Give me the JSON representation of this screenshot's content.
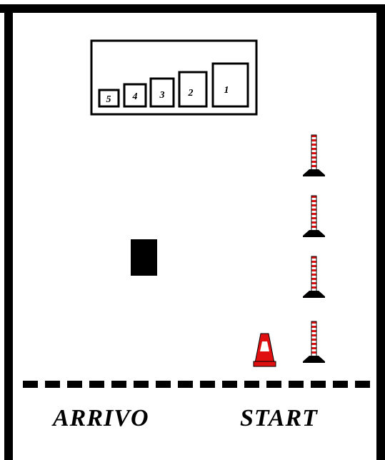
{
  "labels": {
    "arrivo": "ARRIVO",
    "start": "START"
  },
  "obstacle_boxes": [
    "5",
    "4",
    "3",
    "2",
    "1"
  ],
  "icons": {
    "poles": "slalom-pole-icon",
    "cone": "traffic-cone-icon"
  },
  "colors": {
    "stripe_red": "#e01010",
    "ink": "#000000",
    "background": "#ffffff"
  }
}
